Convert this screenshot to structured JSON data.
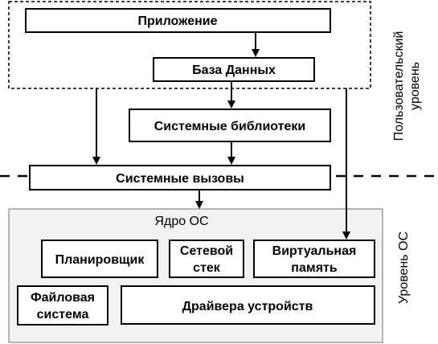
{
  "user_level": {
    "label": "Пользовательский уровень",
    "app": "Приложение",
    "database": "База Данных",
    "system_libraries": "Системные библиотеки"
  },
  "system_calls": "Системные вызовы",
  "kernel_level": {
    "label": "Уровень ОС",
    "kernel_title": "Ядро ОС",
    "scheduler": "Планировщик",
    "network_stack_line1": "Сетевой",
    "network_stack_line2": "стек",
    "virtual_memory_line1": "Виртуальная",
    "virtual_memory_line2": "память",
    "filesystem_line1": "Файловая",
    "filesystem_line2": "система",
    "device_drivers": "Драйвера устройств"
  }
}
